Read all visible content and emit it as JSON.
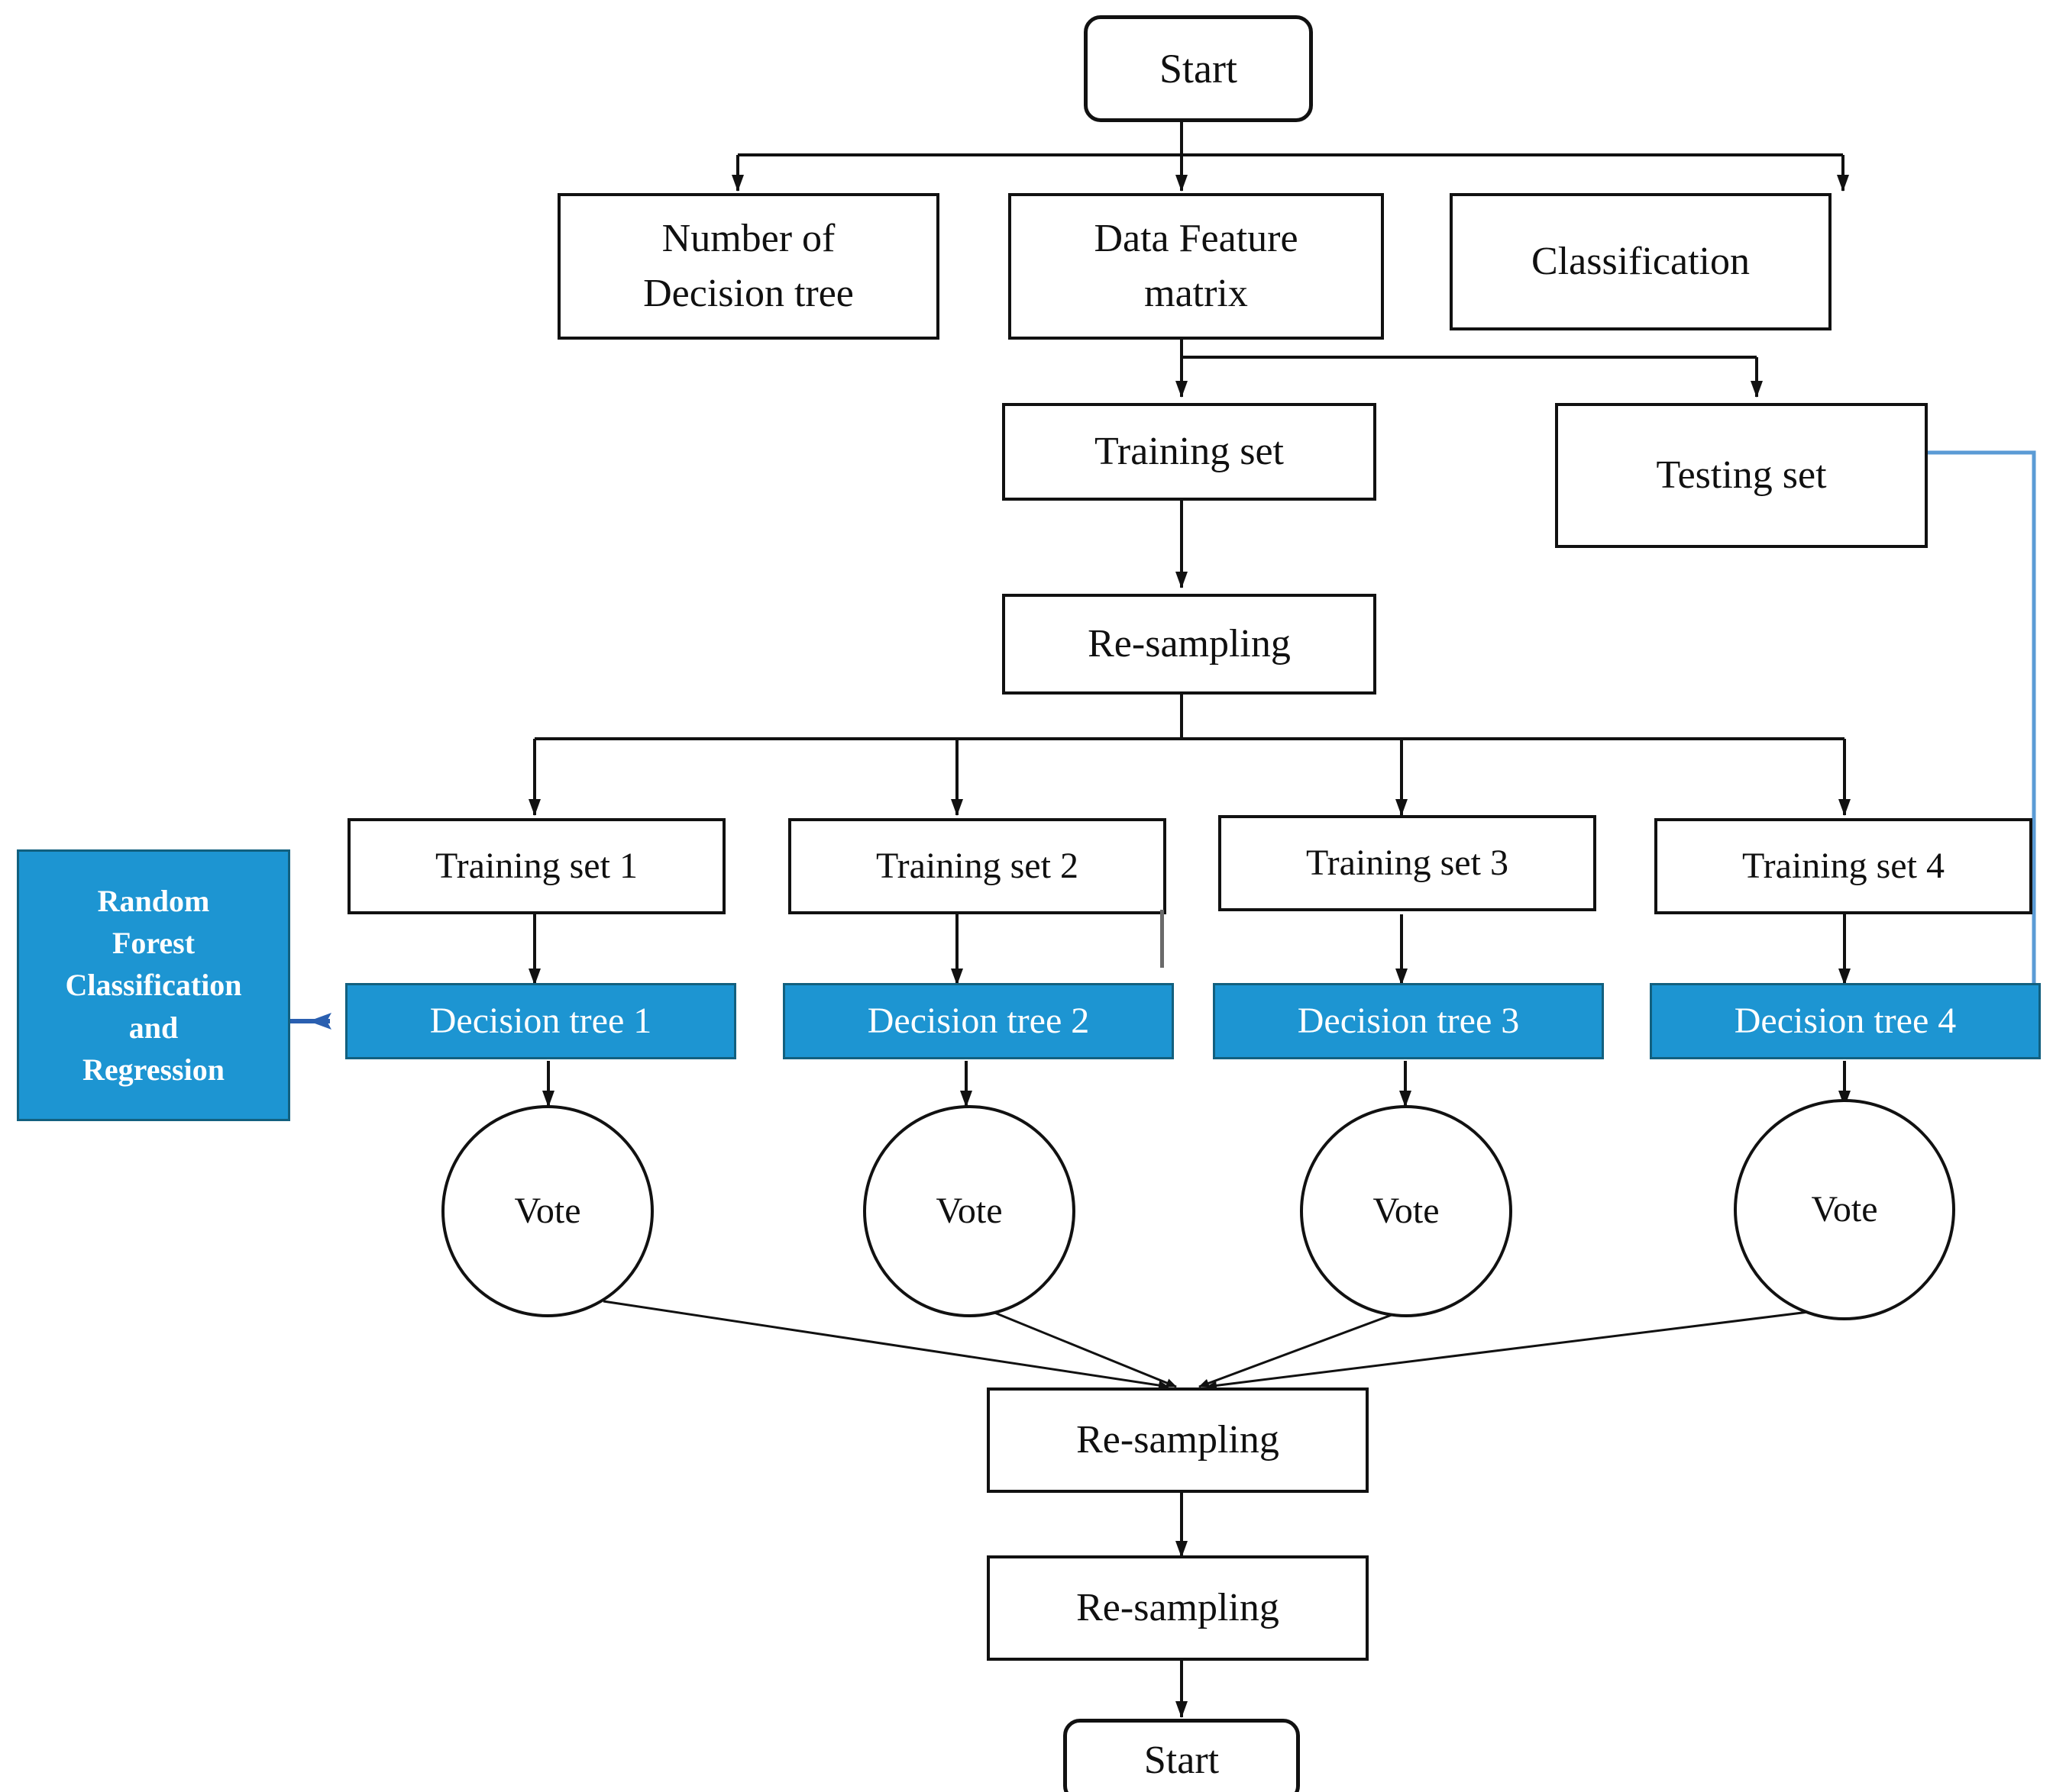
{
  "diagram": {
    "title": "Random Forest Classification and Regression Flowchart",
    "colors": {
      "accent_blue": "#1d95d2",
      "accent_blue_border": "#12607f",
      "arrow_blue": "#2a5fb0",
      "wire_black": "#111111",
      "node_fill": "#ffffff"
    },
    "nodes": {
      "start_top": {
        "label": "Start",
        "shape": "rounded-rect"
      },
      "number_of_decision_tree": {
        "line1": "Number of",
        "line2": "Decision tree",
        "shape": "rect"
      },
      "data_feature_matrix": {
        "line1": "Data Feature",
        "line2": "matrix",
        "shape": "rect"
      },
      "classification": {
        "label": "Classification",
        "shape": "rect"
      },
      "training_set": {
        "label": "Training  set",
        "shape": "rect"
      },
      "testing_set": {
        "label": "Testing set",
        "shape": "rect"
      },
      "resampling_top": {
        "label": "Re-sampling",
        "shape": "rect"
      },
      "random_forest": {
        "lines": [
          "Random",
          "Forest",
          "Classification",
          "and",
          "Regression"
        ],
        "shape": "rect-blue"
      },
      "training_sets": [
        {
          "label": "Training set 1"
        },
        {
          "label": "Training set 2"
        },
        {
          "label": "Training set 3"
        },
        {
          "label": "Training set 4"
        }
      ],
      "decision_trees": [
        {
          "label": "Decision tree 1"
        },
        {
          "label": "Decision tree 2"
        },
        {
          "label": "Decision tree 3"
        },
        {
          "label": "Decision tree 4"
        }
      ],
      "votes": [
        {
          "label": "Vote"
        },
        {
          "label": "Vote"
        },
        {
          "label": "Vote"
        },
        {
          "label": "Vote"
        }
      ],
      "resampling_mid": {
        "label": "Re-sampling",
        "shape": "rect"
      },
      "resampling_bottom": {
        "label": "Re-sampling",
        "shape": "rect"
      },
      "start_bottom": {
        "label": "Start",
        "shape": "rounded-rect"
      }
    }
  }
}
